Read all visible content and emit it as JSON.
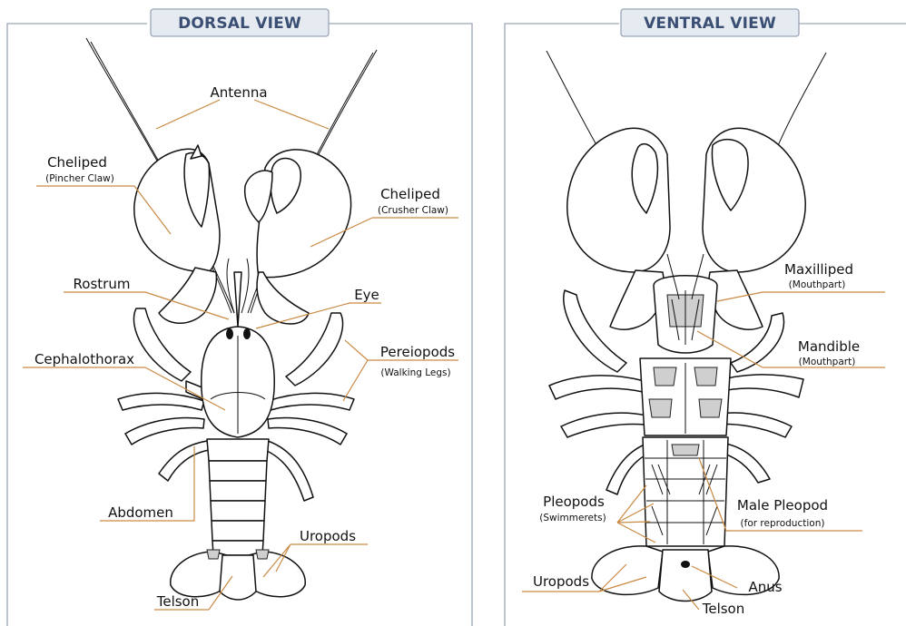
{
  "panels": {
    "dorsal": {
      "title": "DORSAL VIEW",
      "labels": {
        "antenna": "Antenna",
        "cheliped_left": "Cheliped",
        "cheliped_left_sub": "(Pincher Claw)",
        "cheliped_right": "Cheliped",
        "cheliped_right_sub": "(Crusher Claw)",
        "rostrum": "Rostrum",
        "eye": "Eye",
        "pereiopods": "Pereiopods",
        "pereiopods_sub": "(Walking Legs)",
        "cephalothorax": "Cephalothorax",
        "abdomen": "Abdomen",
        "uropods": "Uropods",
        "telson": "Telson"
      }
    },
    "ventral": {
      "title": "VENTRAL VIEW",
      "labels": {
        "maxilliped": "Maxilliped",
        "maxilliped_sub": "(Mouthpart)",
        "mandible": "Mandible",
        "mandible_sub": "(Mouthpart)",
        "pleopods": "Pleopods",
        "pleopods_sub": "(Swimmerets)",
        "male_pleopod": "Male Pleopod",
        "male_pleopod_sub": "(for reproduction)",
        "uropods": "Uropods",
        "anus": "Anus",
        "telson": "Telson"
      }
    }
  },
  "colors": {
    "title_text": "#3a4f73",
    "title_box_fill": "#e6ebf2",
    "frame": "#9aa6b6",
    "leader": "#c98a43",
    "ink": "#111111",
    "shading": "#cfcfcf"
  }
}
